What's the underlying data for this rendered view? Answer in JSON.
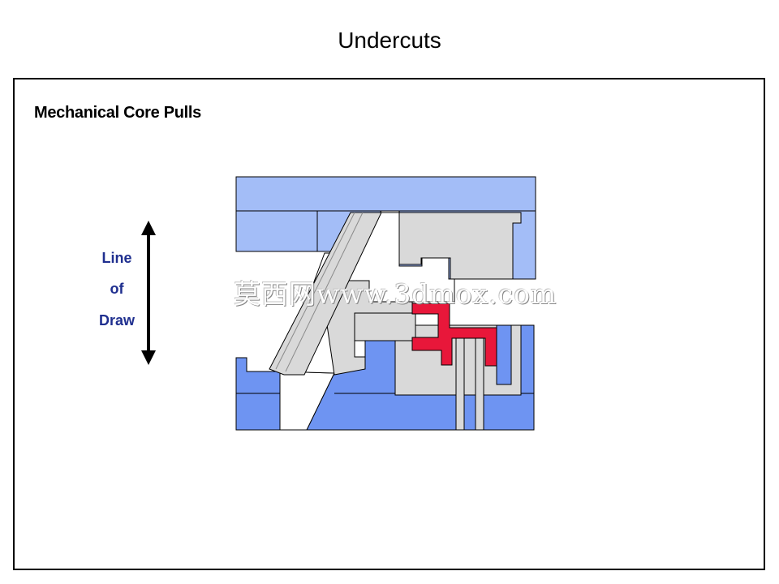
{
  "slide": {
    "title": "Undercuts",
    "section_title": "Mechanical Core Pulls"
  },
  "line_of_draw": {
    "words": [
      "Line",
      "of",
      "Draw"
    ],
    "color": "#1f2f8f"
  },
  "watermark": {
    "text": "莫西网www.3dmox.com"
  },
  "colors": {
    "mold_plate_top": "#a3bdf7",
    "mold_plate_bottom": "#6e94f2",
    "steel_gray": "#d9d9d9",
    "part_red": "#e8173a",
    "outline": "#000000"
  }
}
